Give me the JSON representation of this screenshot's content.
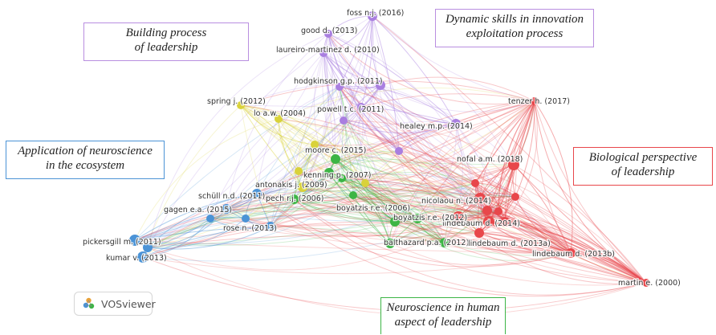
{
  "colors": {
    "red": "#e8474b",
    "green": "#3cb545",
    "blue": "#4b93d6",
    "yellow": "#d9d23a",
    "purple": "#a97ee0"
  },
  "clusters": [
    {
      "id": "purple",
      "line1": "Building process",
      "line2": "of leadership",
      "border": "#b98ee0"
    },
    {
      "id": "purple2",
      "line1": "Dynamic skills in innovation",
      "line2": "exploitation process",
      "border": "#b98ee0"
    },
    {
      "id": "blue",
      "line1": "Application of neuroscience",
      "line2": "in the ecosystem",
      "border": "#4b93d6"
    },
    {
      "id": "red",
      "line1": "Biological perspective",
      "line2": "of leadership",
      "border": "#e8474b"
    },
    {
      "id": "green",
      "line1": "Neuroscience in human",
      "line2": "aspect of leadership",
      "border": "#3cb545"
    }
  ],
  "nodes": [
    {
      "label": "foss n.j. (2016)",
      "cluster": "purple"
    },
    {
      "label": "good d. (2013)",
      "cluster": "purple"
    },
    {
      "label": "laureiro-martinez d. (2010)",
      "cluster": "purple"
    },
    {
      "label": "hodgkinson g.p. (2011)",
      "cluster": "purple"
    },
    {
      "label": "powell t.c. (2011)",
      "cluster": "purple"
    },
    {
      "label": "healey m.p. (2014)",
      "cluster": "purple"
    },
    {
      "label": "spring j. (2012)",
      "cluster": "yellow"
    },
    {
      "label": "lo a.w. (2004)",
      "cluster": "yellow"
    },
    {
      "label": "moore c. (2015)",
      "cluster": "green"
    },
    {
      "label": "antonakis j. (2009)",
      "cluster": "yellow"
    },
    {
      "label": "kenning p. (2007)",
      "cluster": "green"
    },
    {
      "label": "pech r.j. (2006)",
      "cluster": "green"
    },
    {
      "label": "boyatzis r.e. (2006)",
      "cluster": "green"
    },
    {
      "label": "balthazard p.a. (2012)",
      "cluster": "green"
    },
    {
      "label": "tenzer h. (2017)",
      "cluster": "red"
    },
    {
      "label": "nofal a.m. (2018)",
      "cluster": "red"
    },
    {
      "label": "nicolaou n. (2014)",
      "cluster": "red"
    },
    {
      "label": "lindebaum d. (2014)",
      "cluster": "red"
    },
    {
      "label": "boyatzis r.e. (2012)",
      "cluster": "red"
    },
    {
      "label": "lindebaum d. (2013a)",
      "cluster": "red"
    },
    {
      "label": "lindebaum d. (2013b)",
      "cluster": "red"
    },
    {
      "label": "martin e. (2000)",
      "cluster": "red"
    },
    {
      "label": "schüll n.d. (2011)",
      "cluster": "blue"
    },
    {
      "label": "gagen e.a. (2015)",
      "cluster": "blue"
    },
    {
      "label": "rose n. (2013)",
      "cluster": "blue"
    },
    {
      "label": "pickersgill m. (2011)",
      "cluster": "blue"
    },
    {
      "label": "kumar v. (2013)",
      "cluster": "blue"
    }
  ],
  "brand": {
    "name": "VOSviewer"
  }
}
